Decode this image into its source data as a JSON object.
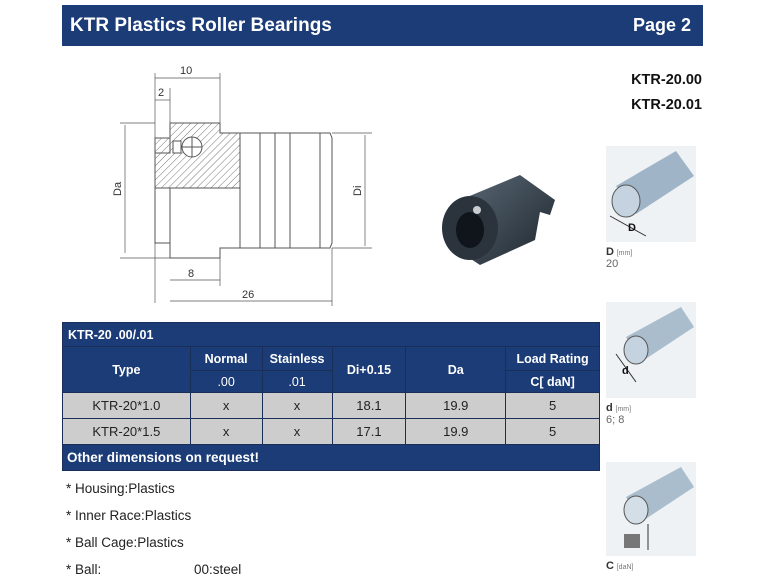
{
  "header": {
    "title": "KTR Plastics Roller Bearings",
    "page": "Page 2"
  },
  "models": [
    "KTR-20.00",
    "KTR-20.01"
  ],
  "drawing": {
    "dim_top": "10",
    "dim_inner": "2",
    "dim_da": "Da",
    "dim_di": "Di",
    "dim_8": "8",
    "dim_26": "26"
  },
  "params": [
    {
      "letter": "D",
      "unit": "[mm]",
      "value": "20",
      "diagram_label": "D"
    },
    {
      "letter": "d",
      "unit": "[mm]",
      "value": "6; 8",
      "diagram_label": "d"
    },
    {
      "letter": "C",
      "unit": "[daN]",
      "value": ""
    }
  ],
  "table": {
    "caption": "KTR-20 .00/.01",
    "headers": {
      "type": "Type",
      "normal": "Normal",
      "stainless": "Stainless",
      "di": "Di+0.15",
      "da": "Da",
      "load": "Load Rating",
      "normal_code": ".00",
      "stainless_code": ".01",
      "load_unit": "C[ daN]"
    },
    "rows": [
      {
        "type": "KTR-20*1.0",
        "normal": "x",
        "stainless": "x",
        "di": "18.1",
        "da": "19.9",
        "c": "5"
      },
      {
        "type": "KTR-20*1.5",
        "normal": "x",
        "stainless": "x",
        "di": "17.1",
        "da": "19.9",
        "c": "5"
      }
    ],
    "footer": "Other dimensions on request!"
  },
  "notes": [
    {
      "label": "* Housing:Plastics",
      "value": ""
    },
    {
      "label": "* Inner Race:Plastics",
      "value": ""
    },
    {
      "label": "* Ball Cage:Plastics",
      "value": ""
    },
    {
      "label": "* Ball:",
      "value": "00:steel"
    }
  ],
  "colors": {
    "header_bg": "#1c3c78",
    "row_bg": "#cdcdcd",
    "text": "#222222"
  }
}
